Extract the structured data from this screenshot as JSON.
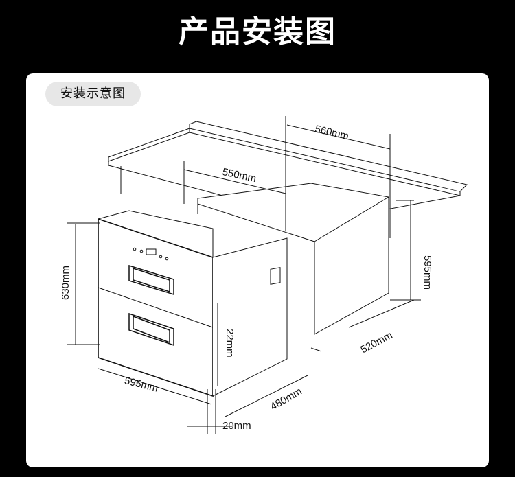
{
  "header": {
    "title": "产品安装图"
  },
  "panel": {
    "badge": "安装示意图"
  },
  "dimensions": {
    "top_width": "560mm",
    "inner_width": "550mm",
    "right_height": "595mm",
    "left_height": "630mm",
    "gap_height": "22mm",
    "right_depth": "520mm",
    "front_depth": "480mm",
    "front_width": "595mm",
    "panel_thickness": "20mm"
  },
  "colors": {
    "background": "#000000",
    "panel": "#ffffff",
    "line": "#111111"
  }
}
